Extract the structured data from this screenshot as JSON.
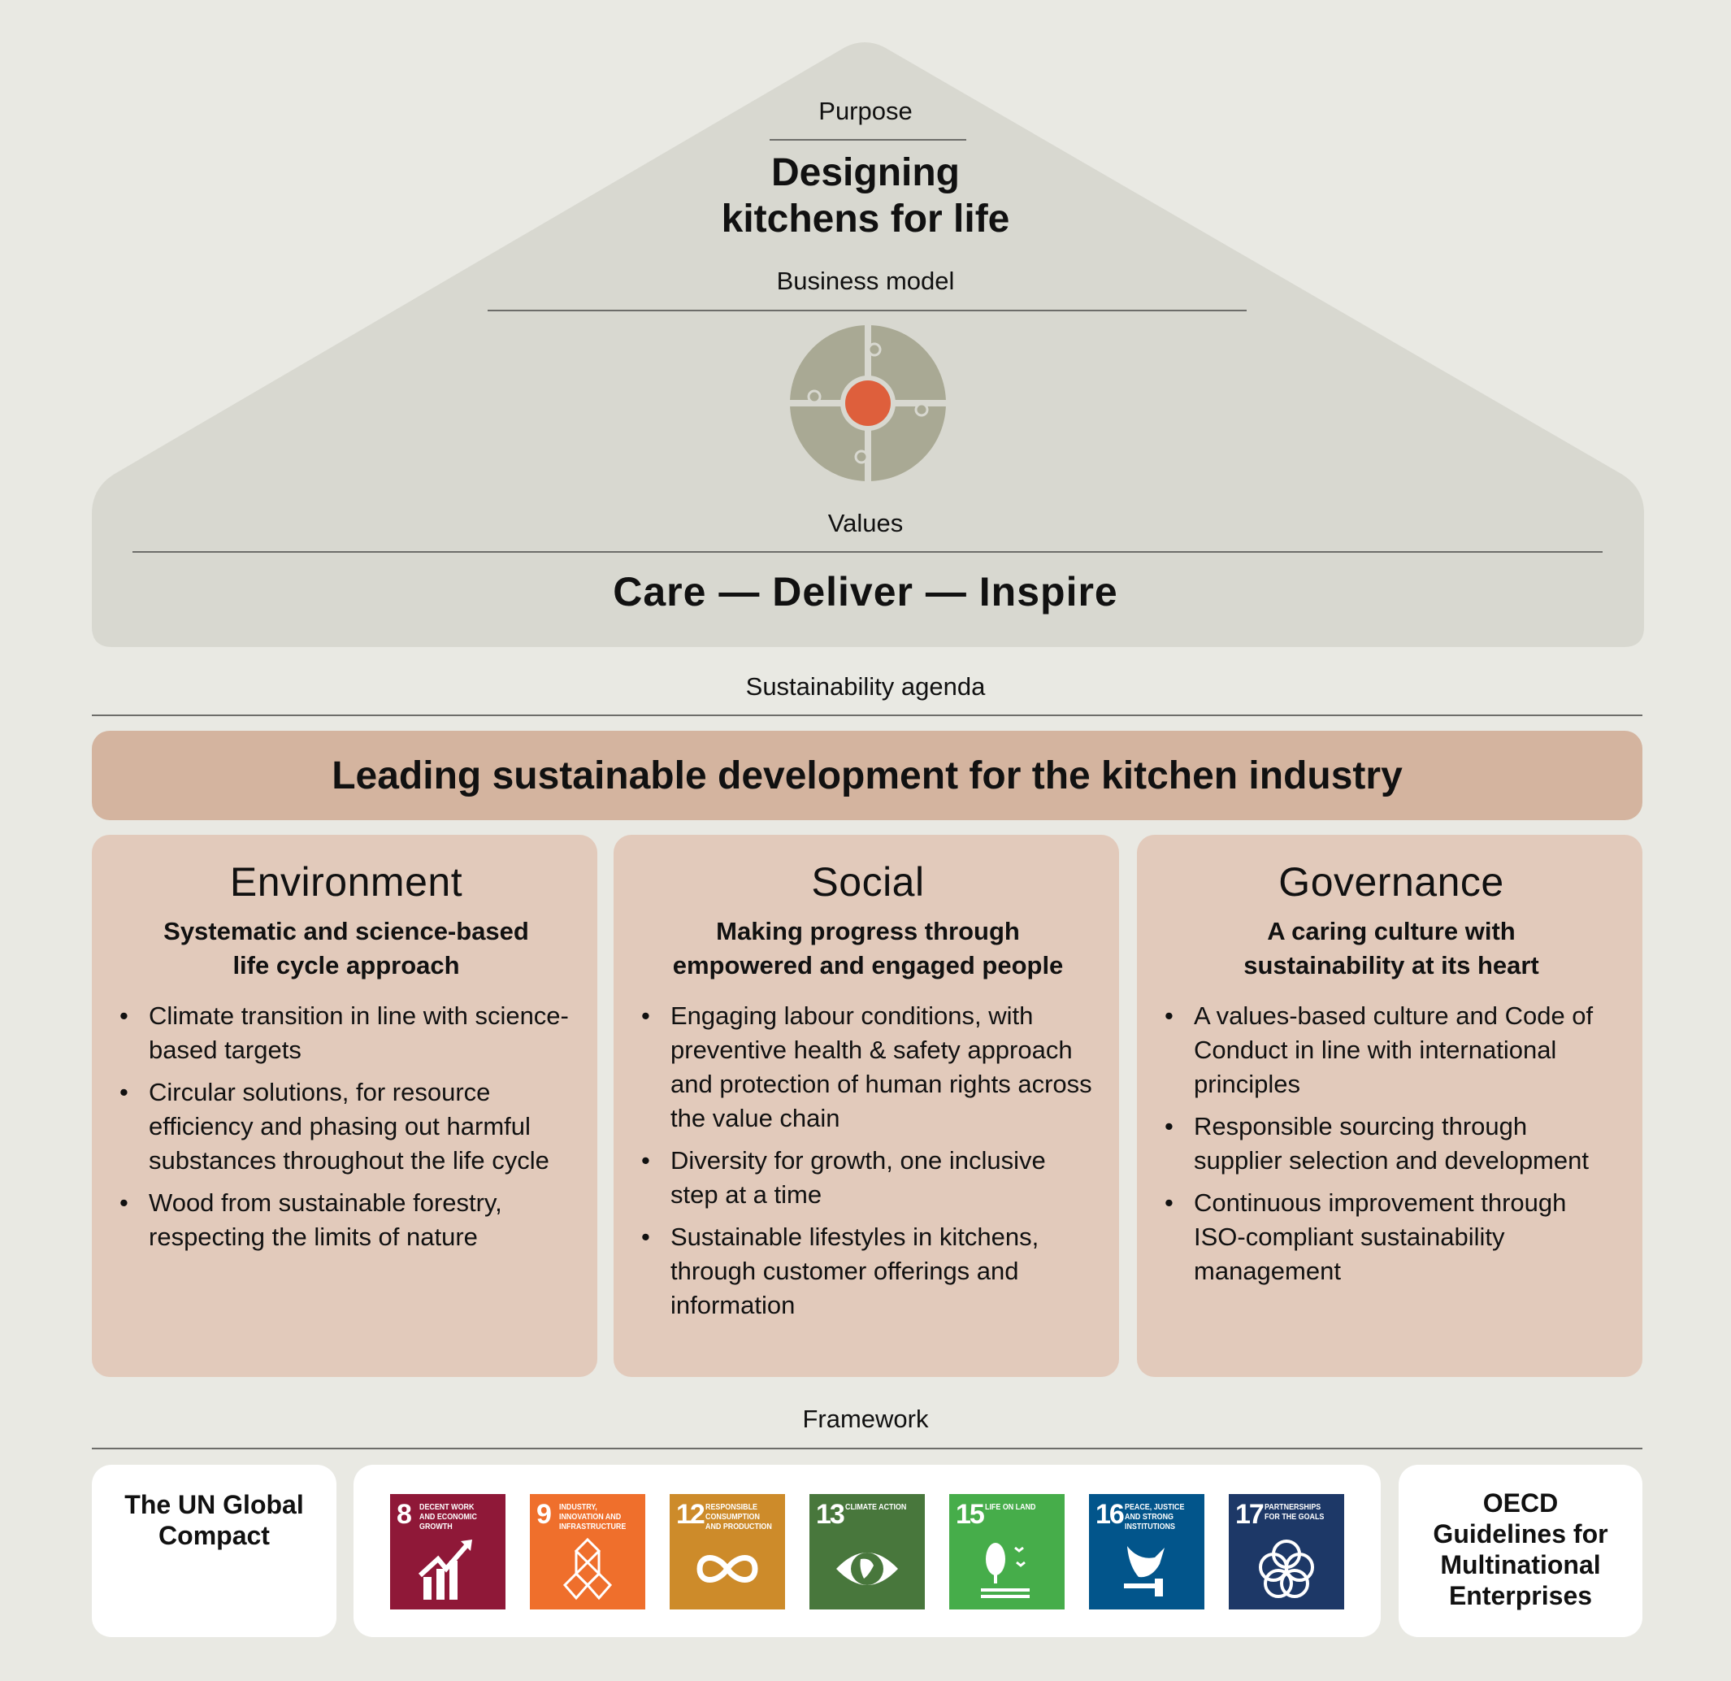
{
  "house": {
    "purpose_label": "Purpose",
    "purpose": [
      "Designing",
      "kitchens for life"
    ],
    "business_model_label": "Business model",
    "values_label": "Values",
    "values": "Care — Deliver — Inspire",
    "colors": {
      "roof": "#d8d8d0",
      "puzzle": "#a9a994",
      "center": "#de5f3c"
    }
  },
  "agenda": {
    "label": "Sustainability agenda",
    "banner": "Leading sustainable development for the kitchen industry",
    "colors": {
      "banner": "#d4b49f",
      "pillar": "#e2cabb"
    }
  },
  "pillars": [
    {
      "title": "Environment",
      "subtitle": [
        "Systematic and science-based",
        "life cycle approach"
      ],
      "bullets": [
        "Climate transition in line with science-based targets",
        "Circular solutions, for resource efficiency and phasing out harmful substances throughout the life cycle",
        "Wood from sustainable forestry, respecting the limits of nature"
      ]
    },
    {
      "title": "Social",
      "subtitle": [
        "Making progress through",
        "empowered and engaged people"
      ],
      "bullets": [
        "Engaging labour conditions, with preventive health & safety approach and protection of human rights across the value chain",
        "Diversity for growth, one inclusive step at a time",
        "Sustainable lifestyles in kitchens, through customer offerings and information"
      ]
    },
    {
      "title": "Governance",
      "subtitle": [
        "A caring culture with",
        "sustainability at its heart"
      ],
      "bullets": [
        "A values-based culture and Code of Conduct in line with international principles",
        "Responsible sourcing through supplier selection and development",
        "Continuous improvement through ISO-compliant sustainability management"
      ]
    }
  ],
  "framework": {
    "label": "Framework",
    "left": [
      "The UN Global",
      "Compact"
    ],
    "right": [
      "OECD",
      "Guidelines for",
      "Multinational",
      "Enterprises"
    ],
    "sdgs": [
      {
        "num": "8",
        "text": "DECENT WORK AND ECONOMIC GROWTH",
        "color": "#8f1838",
        "icon": "growth-chart-icon"
      },
      {
        "num": "9",
        "text": "INDUSTRY, INNOVATION AND INFRASTRUCTURE",
        "color": "#ef6f2c",
        "icon": "cubes-icon"
      },
      {
        "num": "12",
        "text": "RESPONSIBLE CONSUMPTION AND PRODUCTION",
        "color": "#cd8b2a",
        "icon": "infinity-icon"
      },
      {
        "num": "13",
        "text": "CLIMATE ACTION",
        "color": "#48773c",
        "icon": "eye-globe-icon"
      },
      {
        "num": "15",
        "text": "LIFE ON LAND",
        "color": "#46ad4a",
        "icon": "tree-birds-icon"
      },
      {
        "num": "16",
        "text": "PEACE, JUSTICE AND STRONG INSTITUTIONS",
        "color": "#02558b",
        "icon": "dove-gavel-icon"
      },
      {
        "num": "17",
        "text": "PARTNERSHIPS FOR THE GOALS",
        "color": "#1d3867",
        "icon": "rings-icon"
      }
    ]
  }
}
